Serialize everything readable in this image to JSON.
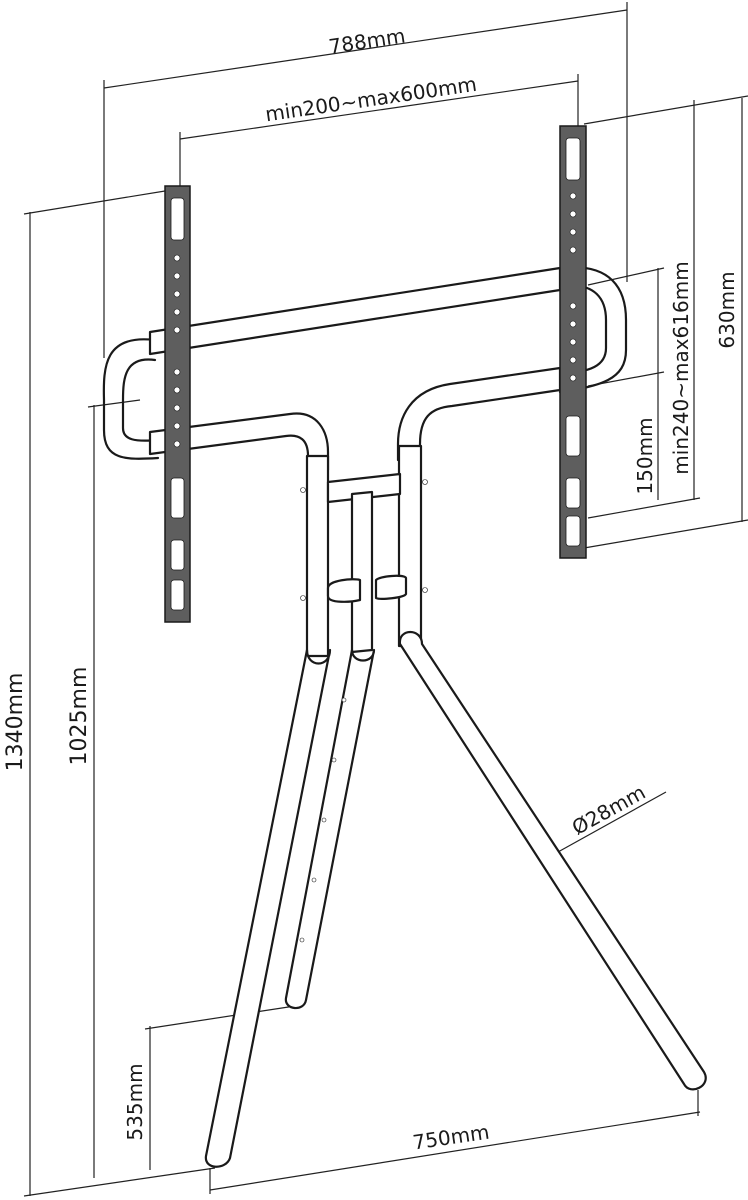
{
  "dimensions": {
    "overall_width": "788mm",
    "bracket_spacing": "min200~max600mm",
    "bracket_height": "630mm",
    "vertical_spacing_range": "min240~max616mm",
    "crossbar_spacing": "150mm",
    "total_height": "1340mm",
    "crossbar_height": "1025mm",
    "rear_leg_height": "535mm",
    "base_width": "750mm",
    "tube_diameter": "Ø28mm"
  }
}
